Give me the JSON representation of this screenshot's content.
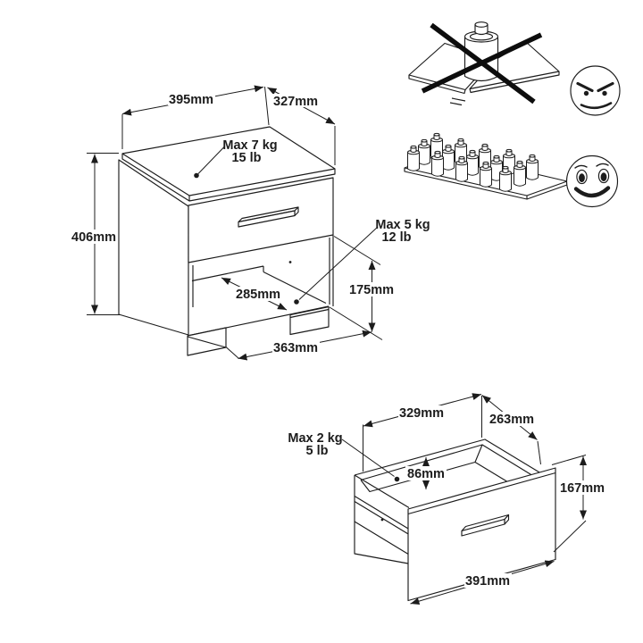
{
  "page": {
    "background": "#ffffff",
    "ink": "#1c1c1c"
  },
  "nightstand": {
    "top_width": "395mm",
    "top_depth": "327mm",
    "height": "406mm",
    "top_load_kg": "Max 7 kg",
    "top_load_lb": "15 lb",
    "shelf_load_kg": "Max 5 kg",
    "shelf_load_lb": "12 lb",
    "shelf_depth": "285mm",
    "opening_height": "175mm",
    "base_width": "363mm"
  },
  "drawer": {
    "top_width": "329mm",
    "top_depth": "263mm",
    "load_kg": "Max 2 kg",
    "load_lb": "5 lb",
    "inner_height": "86mm",
    "front_height": "167mm",
    "front_width": "391mm"
  },
  "pictograms": {
    "prohibited_icon": "concentrated-heavy-load-crossed-out",
    "prohibited_face_icon": "angry-face",
    "allowed_icon": "evenly-distributed-small-items",
    "allowed_face_icon": "happy-face"
  }
}
